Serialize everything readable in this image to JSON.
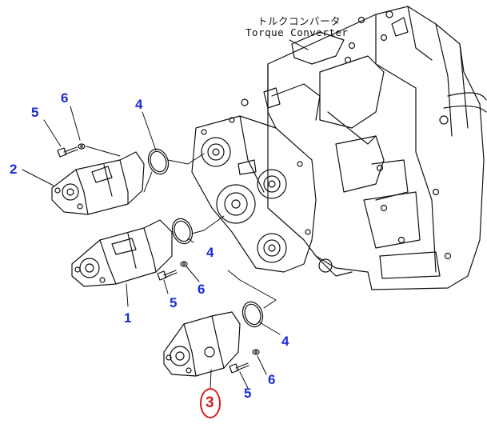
{
  "header": {
    "label_jp": "トルクコンバータ",
    "label_en": "Torque Converter"
  },
  "callouts": {
    "c5_top": "5",
    "c6_top": "6",
    "c4_top": "4",
    "c2": "2",
    "c4_mid": "4",
    "c1": "1",
    "c5_mid": "5",
    "c6_mid": "6",
    "c4_low": "4",
    "c6_low": "6",
    "c5_low": "5",
    "c3_highlight": "3"
  },
  "colors": {
    "callout_blue": "#1a2bd6",
    "highlight_red": "#d81b1b",
    "line_black": "#111111"
  }
}
